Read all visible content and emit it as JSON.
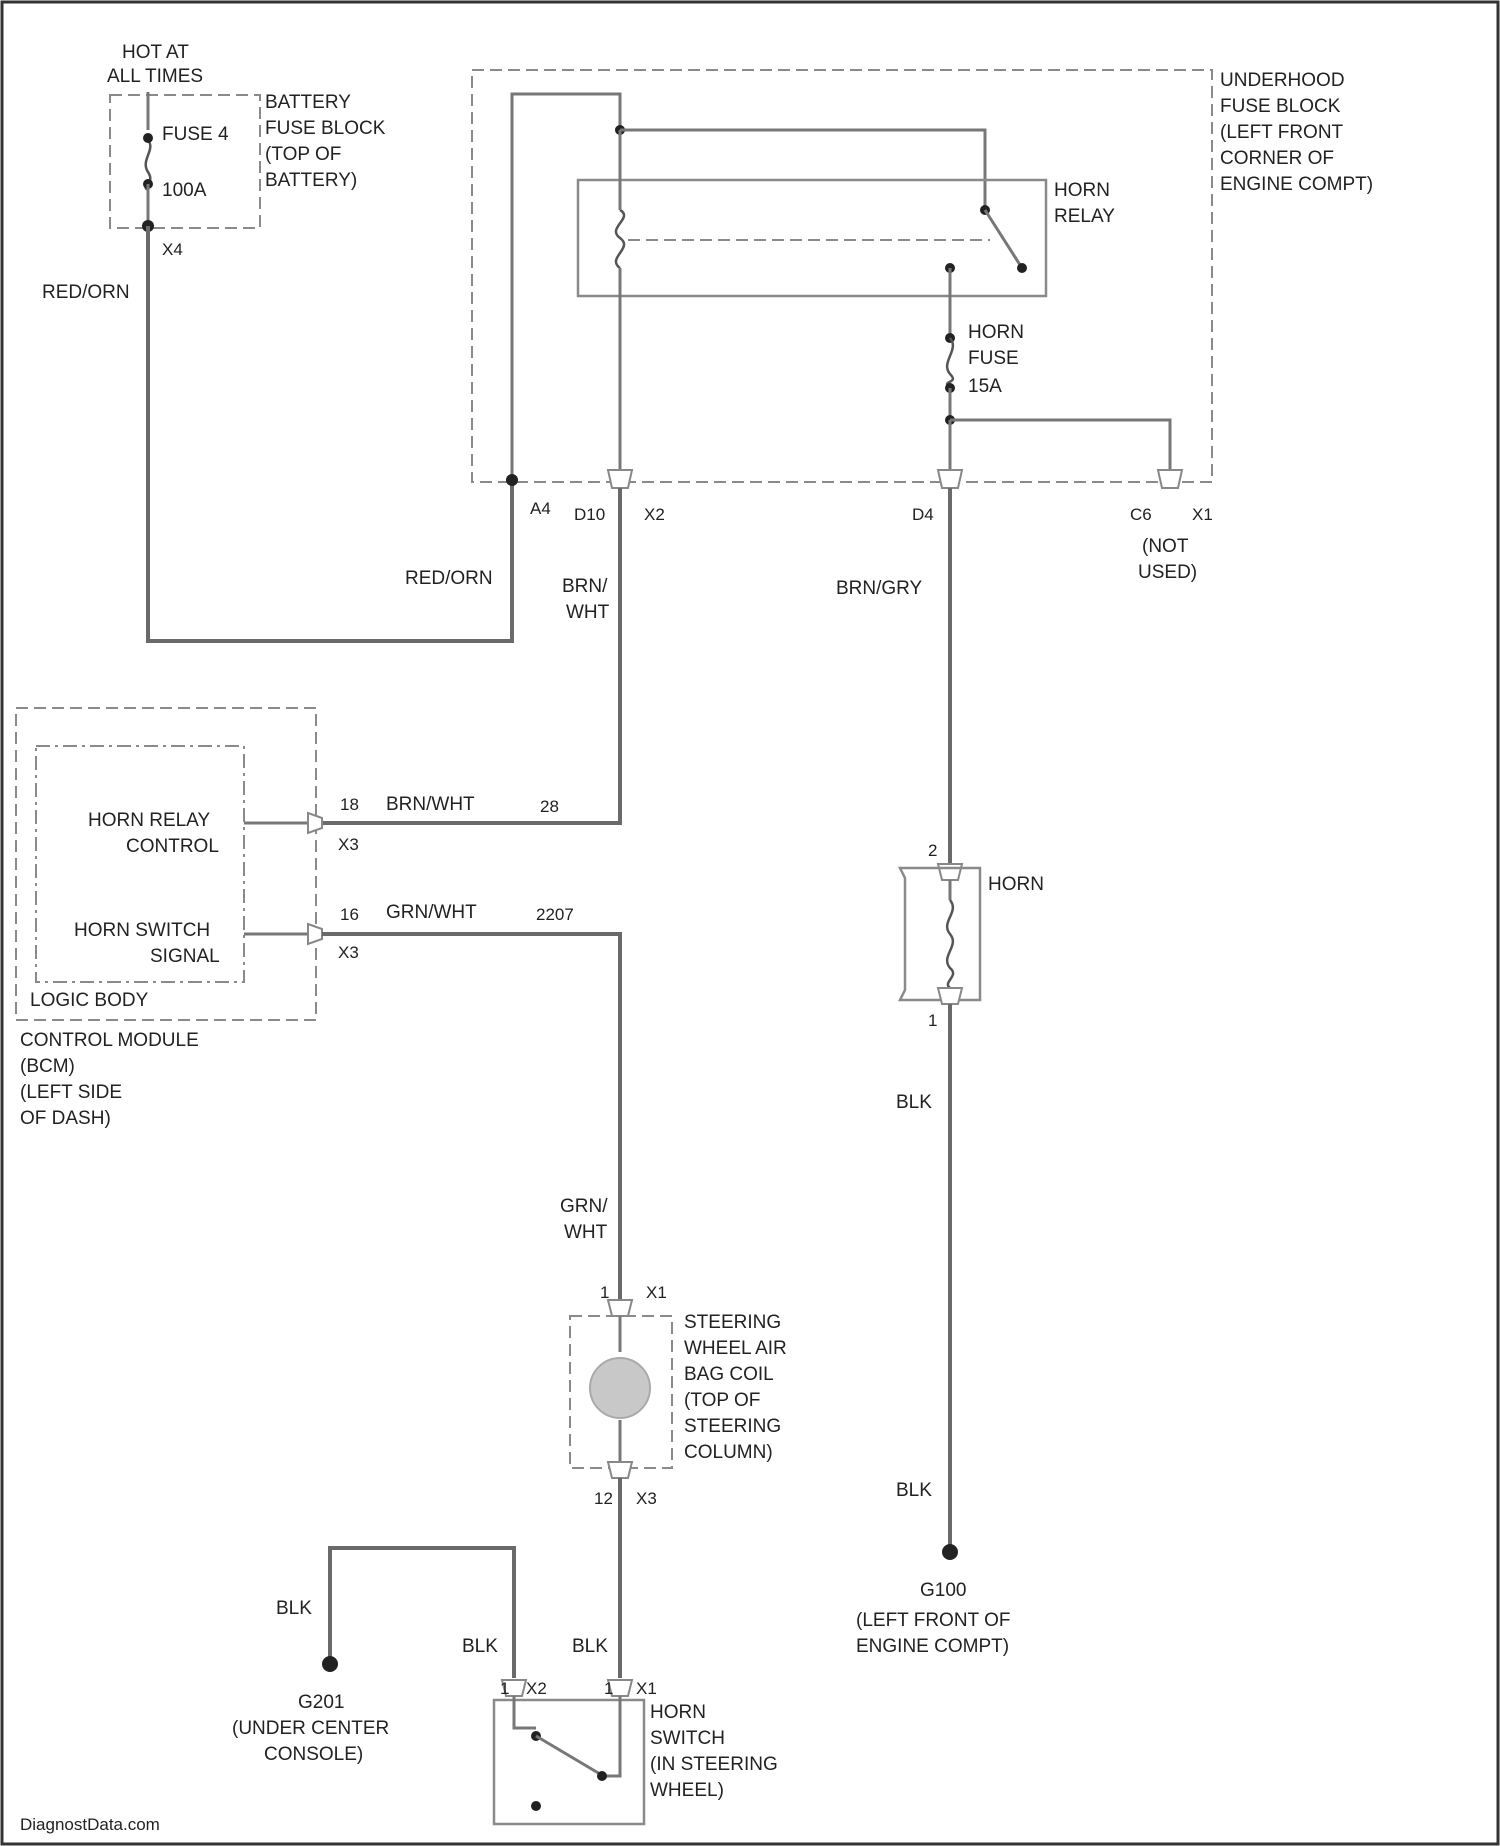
{
  "colors": {
    "red_orn": "#e07a50",
    "brn_wht": "#d8c79a",
    "brn_gry": "#d2c79c",
    "grn_wht": "#9fd98c",
    "blk": "#9a9a9a",
    "outline": "#8a8a8a"
  },
  "battery_fuse_block": {
    "hot_note": [
      "HOT AT",
      "ALL TIMES"
    ],
    "fuse_name": "FUSE 4",
    "fuse_rating": "100A",
    "title": [
      "BATTERY",
      "FUSE BLOCK",
      "(TOP OF",
      "BATTERY)"
    ],
    "terminal": "X4",
    "wire": "RED/ORN"
  },
  "underhood_fuse_block": {
    "title": [
      "UNDERHOOD",
      "FUSE BLOCK",
      "(LEFT FRONT",
      "CORNER OF",
      "ENGINE COMPT)"
    ],
    "relay_label": [
      "HORN",
      "RELAY"
    ],
    "fuse_label": [
      "HORN",
      "FUSE",
      "15A"
    ],
    "terminals": {
      "a4": "A4",
      "d10": "D10",
      "x2": "X2",
      "d4": "D4",
      "c6": "C6",
      "x1": "X1"
    },
    "not_used": [
      "(NOT",
      "USED)"
    ],
    "feed_wire": "RED/ORN",
    "relay_wire": [
      "BRN/",
      "WHT"
    ],
    "horn_wire": "BRN/GRY"
  },
  "bcm": {
    "horn_relay_control": [
      "HORN RELAY",
      "CONTROL"
    ],
    "horn_switch_signal": [
      "HORN SWITCH",
      "SIGNAL"
    ],
    "title": [
      "LOGIC BODY",
      "CONTROL MODULE",
      "(BCM)",
      "(LEFT SIDE",
      "OF DASH)"
    ],
    "relay_pin": "18",
    "relay_conn": "X3",
    "relay_wire": "BRN/WHT",
    "relay_circuit": "28",
    "switch_pin": "16",
    "switch_conn": "X3",
    "switch_wire": "GRN/WHT",
    "switch_circuit": "2207"
  },
  "horn": {
    "label": "HORN",
    "pin_top": "2",
    "pin_bottom": "1",
    "wire_upper": "BLK",
    "wire_lower": "BLK",
    "ground": "G100",
    "ground_note": [
      "(LEFT FRONT OF",
      "ENGINE COMPT)"
    ]
  },
  "air_bag_coil": {
    "wire": [
      "GRN/",
      "WHT"
    ],
    "top_pin": "1",
    "top_conn": "X1",
    "title": [
      "STEERING",
      "WHEEL AIR",
      "BAG COIL",
      "(TOP OF",
      "STEERING",
      "COLUMN)"
    ],
    "bottom_pin": "12",
    "bottom_conn": "X3"
  },
  "horn_switch": {
    "left_wire": "BLK",
    "center_wire": "BLK",
    "coil_wire": "BLK",
    "left_pin": "1",
    "left_conn": "X2",
    "right_pin": "1",
    "right_conn": "X1",
    "title": [
      "HORN",
      "SWITCH",
      "(IN STEERING",
      "WHEEL)"
    ],
    "ground": "G201",
    "ground_note": [
      "(UNDER CENTER",
      "CONSOLE)"
    ]
  },
  "watermark": "DiagnostData.com"
}
